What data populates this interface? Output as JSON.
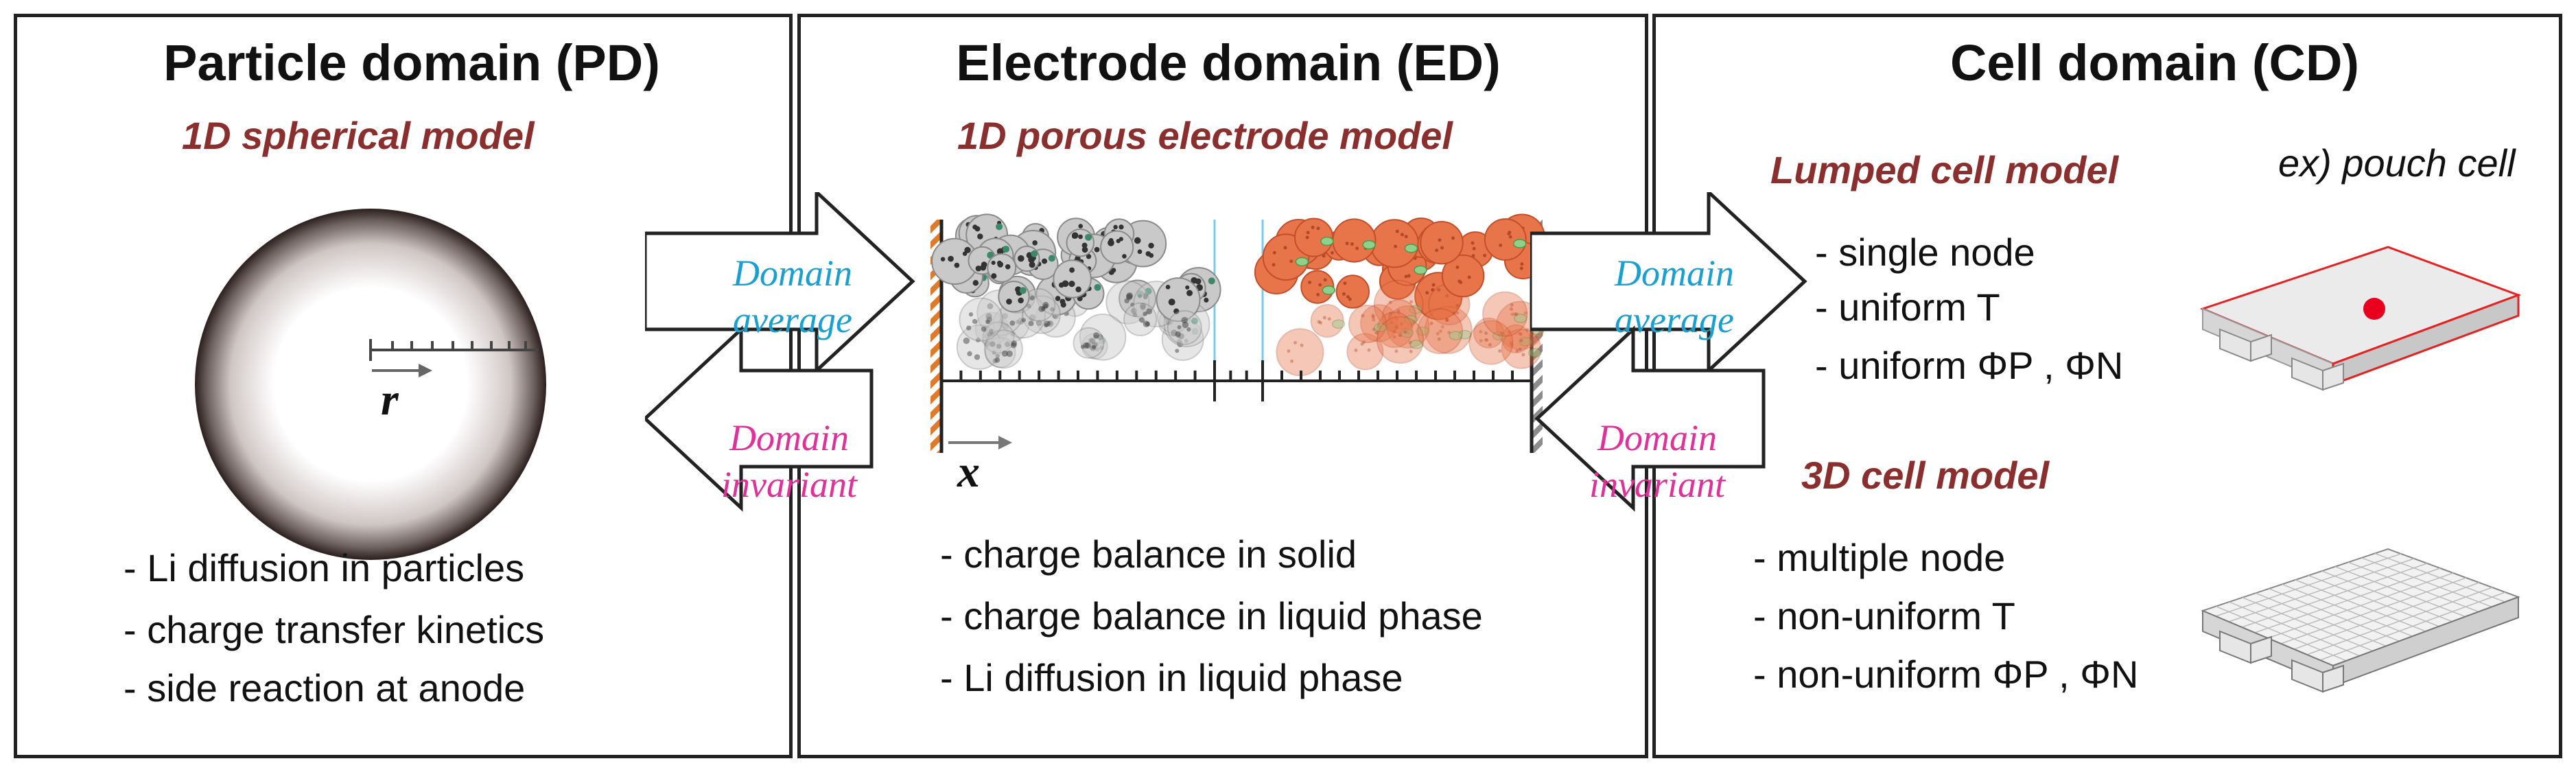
{
  "panels": {
    "particle": {
      "title": "Particle domain (PD)",
      "subtitle": "1D spherical model",
      "radial_symbol": "r",
      "bullets": [
        "- Li diffusion in particles",
        "- charge transfer kinetics",
        "- side reaction at anode"
      ]
    },
    "electrode": {
      "title": "Electrode domain (ED)",
      "subtitle": "1D porous electrode model",
      "axis_symbol": "x",
      "bullets": [
        "- charge balance in solid",
        "- charge balance in liquid phase",
        "- Li diffusion in liquid phase"
      ]
    },
    "cell": {
      "title": "Cell domain (CD)",
      "example_label": "ex) pouch cell",
      "lumped": {
        "title": "Lumped cell model",
        "bullets": [
          "- single node",
          "- uniform T",
          "- uniform ΦP , ΦN"
        ]
      },
      "three_d": {
        "title": "3D cell model",
        "bullets": [
          "- multiple node",
          "- non-uniform T",
          "- non-uniform ΦP , ΦN"
        ]
      }
    }
  },
  "arrows": {
    "left_pair": {
      "forward_line1": "Domain",
      "forward_line2": "average",
      "backward_line1": "Domain",
      "backward_line2": "invariant"
    },
    "right_pair": {
      "forward_line1": "Domain",
      "forward_line2": "average",
      "backward_line1": "Domain",
      "backward_line2": "invariant"
    }
  },
  "colors": {
    "subtitle": "#8b2e2e",
    "average": "#1aa0d0",
    "invariant": "#e0309a",
    "anode_particles": "#9a9a9a",
    "cathode_particles": "#e8744a",
    "anode_collector": "#e07a2a",
    "cathode_collector": "#8c8c8c",
    "hot_spot": "#e8001c"
  }
}
